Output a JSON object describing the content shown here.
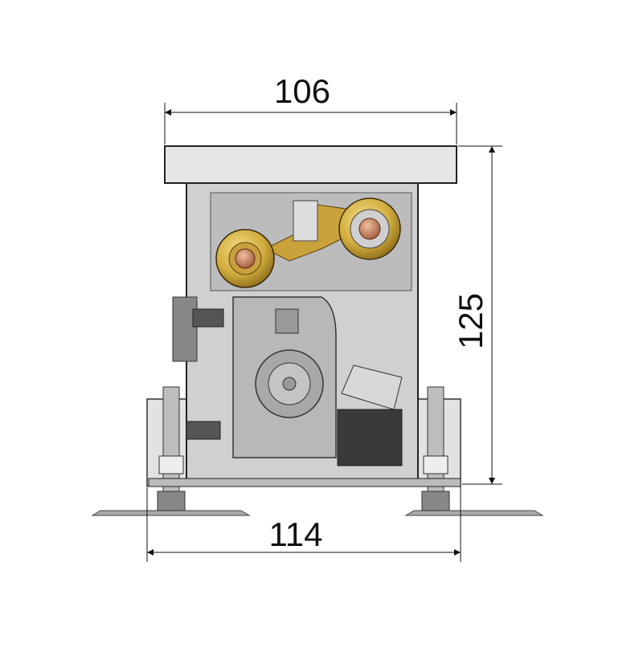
{
  "dimensions": {
    "top_width": "106",
    "height": "125",
    "bottom_width": "114"
  },
  "colors": {
    "brass": "#d8b548",
    "body": "#c8c8c8",
    "cover": "#e6e6e6",
    "line": "#222222"
  }
}
